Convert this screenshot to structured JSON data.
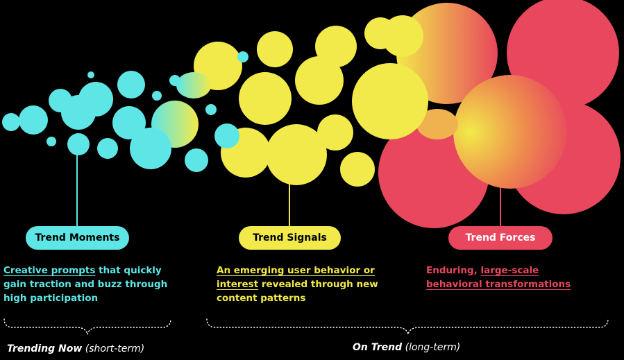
{
  "colors": {
    "moments": "#5ee6e6",
    "signals": "#f2ea4a",
    "forces": "#e8475d",
    "background": "#000000",
    "text_light": "#ffffff"
  },
  "categories": [
    {
      "id": "moments",
      "label": "Trend Moments",
      "desc_link": "Creative prompts",
      "desc_rest": " that quickly gain traction and buzz through high participation"
    },
    {
      "id": "signals",
      "label": "Trend Signals",
      "desc_link": "An emerging user behavior or interest",
      "desc_rest": " revealed through new content patterns"
    },
    {
      "id": "forces",
      "label": "Trend Forces",
      "desc_prefix": "Enduring, ",
      "desc_link": "large-scale behavioral transformations"
    }
  ],
  "spans": {
    "short": {
      "bold": "Trending Now",
      "rest": " (short-term)"
    },
    "long": {
      "bold": "On Trend",
      "rest": " (long-term)"
    }
  }
}
